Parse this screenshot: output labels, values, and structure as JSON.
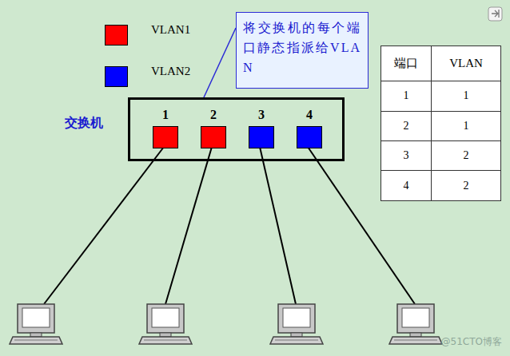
{
  "diagram": {
    "nodes": [
      {
        "text": [
          "将交换机的每个端口静态指派给VLAN"
        ]
      },
      {
        "text": [
          "交换机"
        ]
      },
      {
        "text": [
          "1"
        ],
        "in": 1
      },
      {
        "text": [
          "2"
        ],
        "in": 1
      },
      {
        "text": [
          "3"
        ],
        "in": 1
      },
      {
        "text": [
          "4"
        ],
        "in": 1
      }
    ],
    "edges": [
      {
        "from": 0,
        "to": 1,
        "arrow": "none"
      }
    ],
    "labels": [
      "端口",
      "VLAN",
      "1",
      "1",
      "2",
      "1",
      "3",
      "2",
      "4",
      "2",
      "@51CTO博客"
    ],
    "legend": [
      {
        "text": "VLAN1",
        "color": "#ff0000"
      },
      {
        "text": "VLAN2",
        "color": "#0000ff"
      }
    ]
  }
}
